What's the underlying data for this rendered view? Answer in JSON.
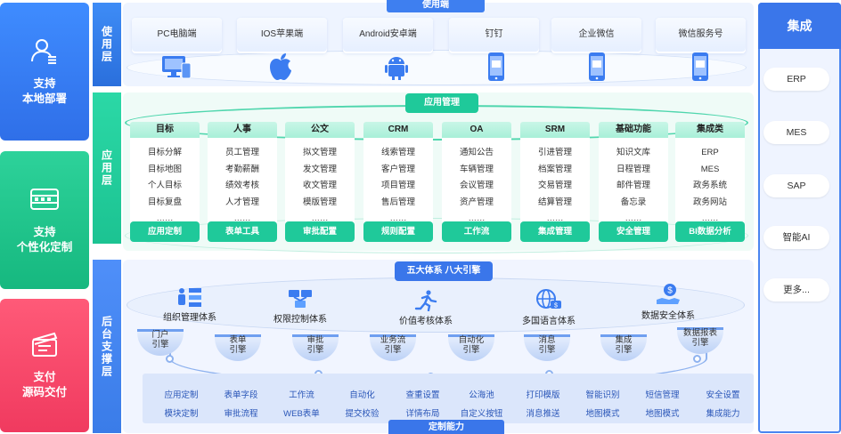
{
  "left_cards": [
    {
      "line1": "支持",
      "line2": "本地部署"
    },
    {
      "line1": "支持",
      "line2": "个性化定制"
    },
    {
      "line1": "支付",
      "line2": "源码交付"
    }
  ],
  "layers": {
    "usage": "使用层",
    "application": "应用层",
    "backend": "后台支撑层"
  },
  "usage_tag": "使用端",
  "usage_endpoints": [
    "PC电脑端",
    "IOS苹果端",
    "Android安卓端",
    "钉钉",
    "企业微信",
    "微信服务号"
  ],
  "app_tag": "应用管理",
  "app_columns": [
    {
      "head": "目标",
      "items": [
        "目标分解",
        "目标地图",
        "个人目标",
        "目标复盘",
        "……"
      ],
      "button": "应用定制"
    },
    {
      "head": "人事",
      "items": [
        "员工管理",
        "考勤薪酬",
        "绩效考核",
        "人才管理",
        "……"
      ],
      "button": "表单工具"
    },
    {
      "head": "公文",
      "items": [
        "拟文管理",
        "发文管理",
        "收文管理",
        "模版管理",
        "……"
      ],
      "button": "审批配置"
    },
    {
      "head": "CRM",
      "items": [
        "线索管理",
        "客户管理",
        "项目管理",
        "售后管理",
        "……"
      ],
      "button": "规则配置"
    },
    {
      "head": "OA",
      "items": [
        "通知公告",
        "车辆管理",
        "会议管理",
        "资产管理",
        "……"
      ],
      "button": "工作流"
    },
    {
      "head": "SRM",
      "items": [
        "引进管理",
        "档案管理",
        "交易管理",
        "结算管理",
        "……"
      ],
      "button": "集成管理"
    },
    {
      "head": "基础功能",
      "items": [
        "知识文库",
        "日程管理",
        "邮件管理",
        "备忘录",
        "……"
      ],
      "button": "安全管理"
    },
    {
      "head": "集成类",
      "items": [
        "ERP",
        "MES",
        "政务系统",
        "政务网站",
        "……"
      ],
      "button": "BI数据分析"
    }
  ],
  "five_tag": "五大体系 八大引擎",
  "systems": [
    "组织管理体系",
    "权限控制体系",
    "价值考核体系",
    "多国语言体系",
    "数据安全体系"
  ],
  "engines": [
    {
      "l1": "门户",
      "l2": "引擎"
    },
    {
      "l1": "表单",
      "l2": "引擎"
    },
    {
      "l1": "审批",
      "l2": "引擎"
    },
    {
      "l1": "业务流",
      "l2": "引擎"
    },
    {
      "l1": "自动化",
      "l2": "引擎"
    },
    {
      "l1": "消息",
      "l2": "引擎"
    },
    {
      "l1": "集成",
      "l2": "引擎"
    },
    {
      "l1": "数据报表",
      "l2": "引擎"
    }
  ],
  "custom_row1": [
    "应用定制",
    "表单字段",
    "工作流",
    "自动化",
    "查重设置",
    "公海池",
    "打印模版",
    "智能识别",
    "短信管理",
    "安全设置"
  ],
  "custom_row2": [
    "模块定制",
    "审批流程",
    "WEB表单",
    "提交校验",
    "详情布局",
    "自定义按钮",
    "消息推送",
    "地图模式",
    "地图模式",
    "集成能力"
  ],
  "custom_tag": "定制能力",
  "integration": {
    "title": "集成",
    "items": [
      "ERP",
      "MES",
      "SAP",
      "智能AI",
      "更多..."
    ]
  }
}
